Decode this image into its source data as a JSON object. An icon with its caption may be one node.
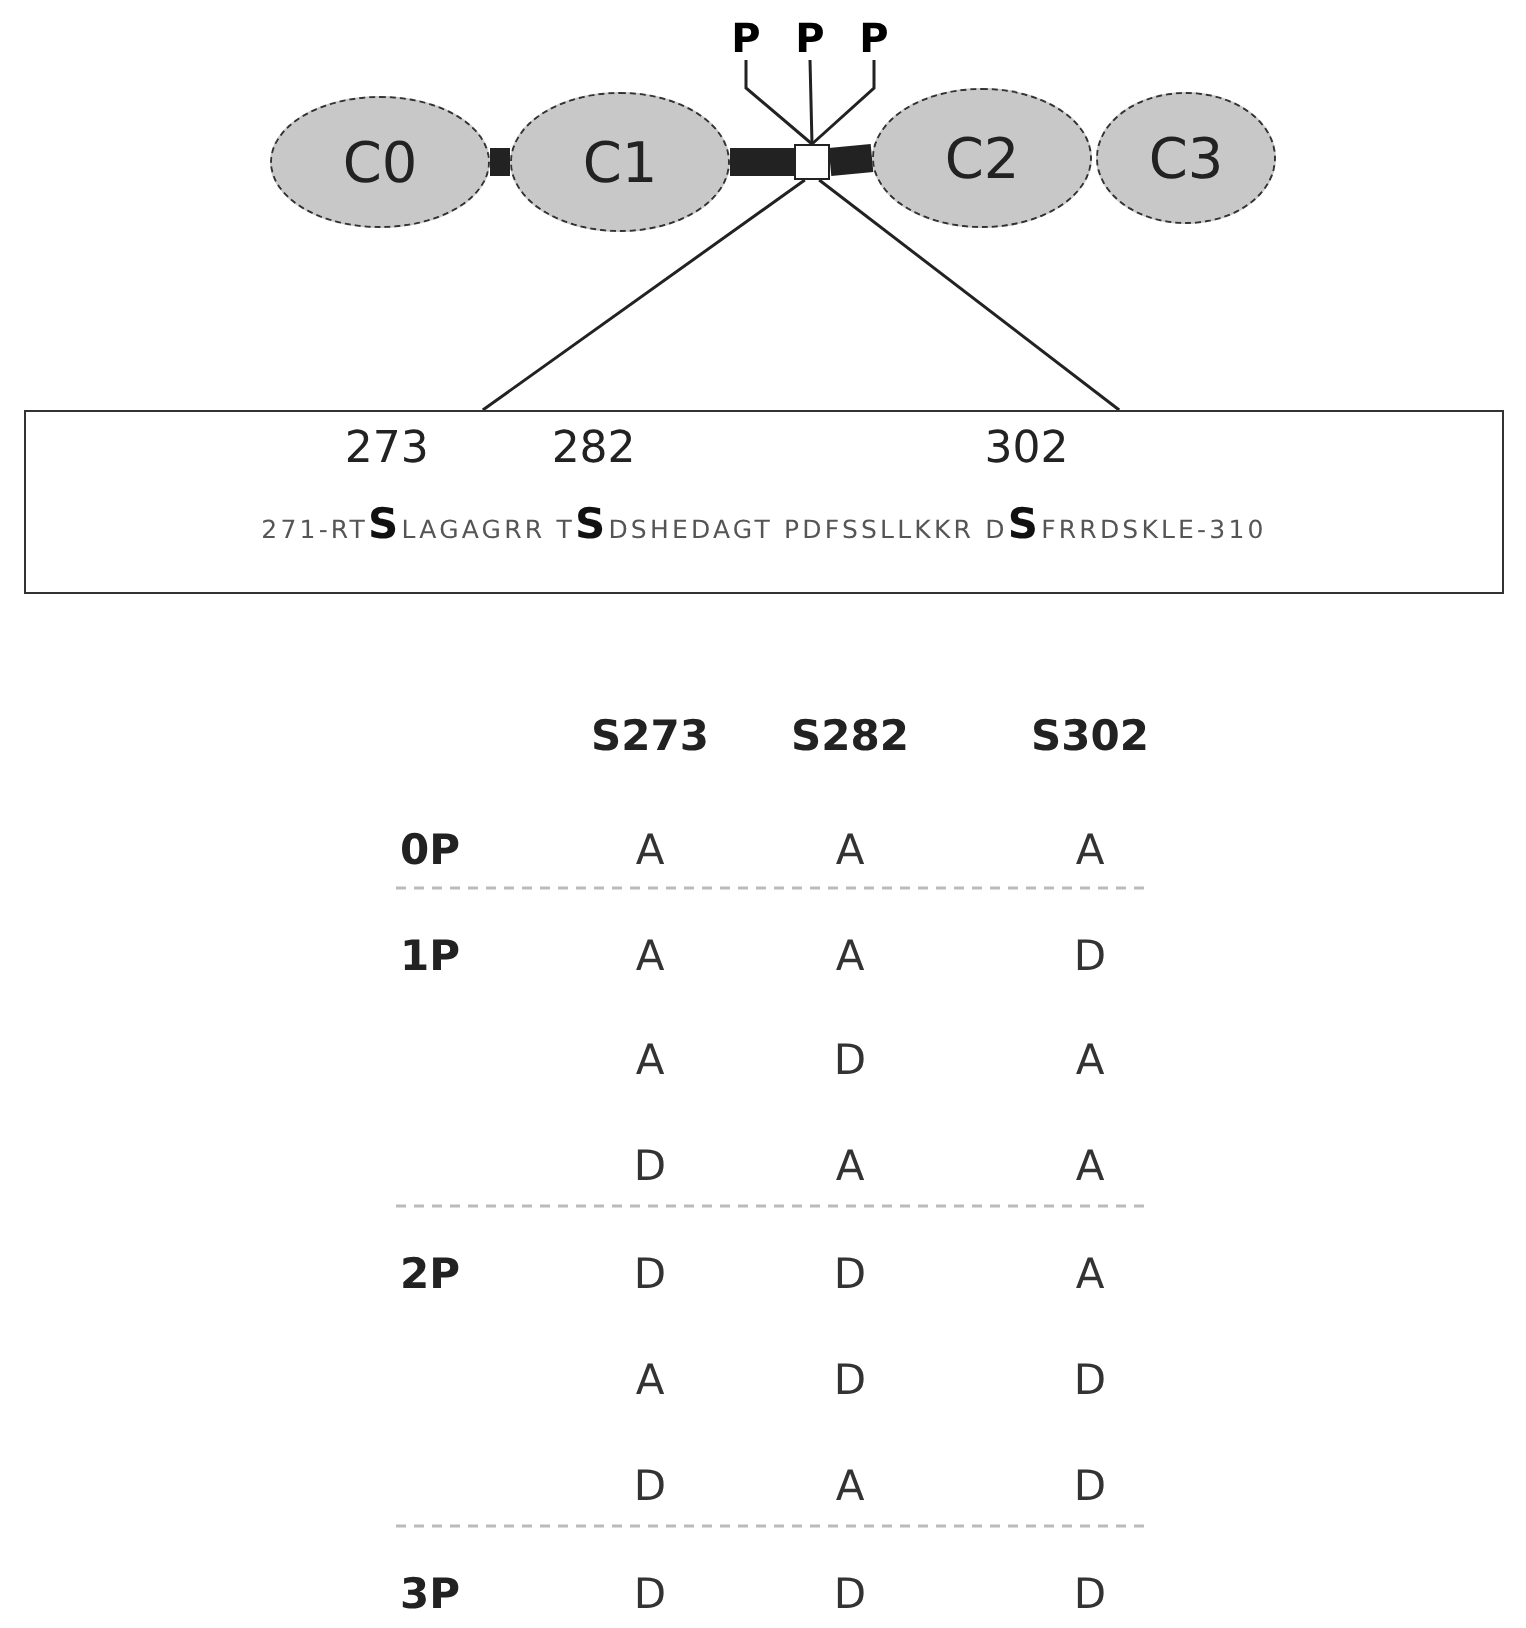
{
  "diagram": {
    "nodes": [
      {
        "text": [
          "P"
        ]
      },
      {
        "text": [
          "P"
        ]
      },
      {
        "text": [
          "P"
        ]
      },
      {
        "text": [
          "C0"
        ]
      },
      {
        "text": [
          "C1"
        ]
      },
      {
        "text": [],
        "shape": "box"
      },
      {
        "text": [
          "C2"
        ]
      },
      {
        "text": [
          "C3"
        ]
      },
      {
        "text": [
          "273",
          "282",
          "302",
          "271-RT**S**LAGAGRR T**S**DSHEDAGT PDFSSLLKKR D**S**FRRDSKLE-310"
        ]
      }
    ],
    "edges": [
      {
        "from": 0,
        "to": 5,
        "arrow": "none"
      },
      {
        "from": 1,
        "to": 5,
        "arrow": "none"
      },
      {
        "from": 2,
        "to": 5,
        "arrow": "none"
      },
      {
        "from": 3,
        "to": 4,
        "arrow": "none",
        "style": "thick"
      },
      {
        "from": 4,
        "to": 5,
        "arrow": "none",
        "style": "thick"
      },
      {
        "from": 5,
        "to": 6,
        "arrow": "none",
        "style": "thick"
      },
      {
        "from": 5,
        "to": 8,
        "arrow": "none"
      },
      {
        "from": 5,
        "to": 8,
        "arrow": "none"
      }
    ],
    "labels": [
      "S273",
      "S282",
      "S302",
      "0P",
      "A",
      "A",
      "A",
      "1P",
      "A",
      "A",
      "D",
      "A",
      "D",
      "A",
      "D",
      "A",
      "A",
      "2P",
      "D",
      "D",
      "A",
      "A",
      "D",
      "D",
      "D",
      "A",
      "D",
      "3P",
      "D",
      "D",
      "D"
    ]
  }
}
